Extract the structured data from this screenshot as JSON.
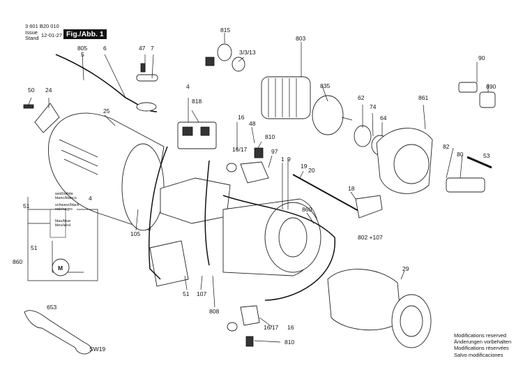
{
  "header": {
    "doc_number": "3 601 B20 010",
    "issue_label": "Issue",
    "stand_label": "Stand",
    "date": "12-01-27",
    "figure": "Fig./Abb. 1"
  },
  "parts": {
    "p815": "815",
    "p3_3_13": "3/3/13",
    "p803": "803",
    "p805": "805",
    "p5": "5",
    "p6": "6",
    "p47": "47",
    "p7": "7",
    "p90": "90",
    "p890": "890",
    "p50": "50",
    "p24": "24",
    "p4": "4",
    "p818": "818",
    "p835": "835",
    "p62": "62",
    "p74": "74",
    "p861": "861",
    "p25": "25",
    "p64": "64",
    "p16": "16",
    "p48": "48",
    "p810": "810",
    "p16_17": "16/17",
    "p97": "97",
    "p1": "1",
    "p9": "9",
    "p19": "19",
    "p20": "20",
    "p82": "82",
    "p80": "80",
    "p53": "53",
    "p18": "18",
    "p105": "105",
    "p51": "51",
    "p860": "860",
    "p802_107": "802 +107",
    "p29": "29",
    "p653": "653",
    "pSW19": "SW19",
    "p107": "107",
    "p808": "808",
    "w51a": "51",
    "w51b": "51",
    "w860": "860",
    "w4": "4",
    "p16b": "16",
    "p16_17b": "16/17",
    "p810b": "810"
  },
  "wiring": {
    "white": "weiß/white",
    "white2": "blanc/blanco",
    "black": "schwarz/black",
    "black2": "noir/negro",
    "blue": "blau/blue",
    "blue2": "bleu/azul",
    "motor": "M"
  },
  "notes": {
    "line1": "Modifications reserved",
    "line2": "Änderungen vorbehalten",
    "line3": "Modifications réservées",
    "line4": "Salvo modificaciones"
  }
}
